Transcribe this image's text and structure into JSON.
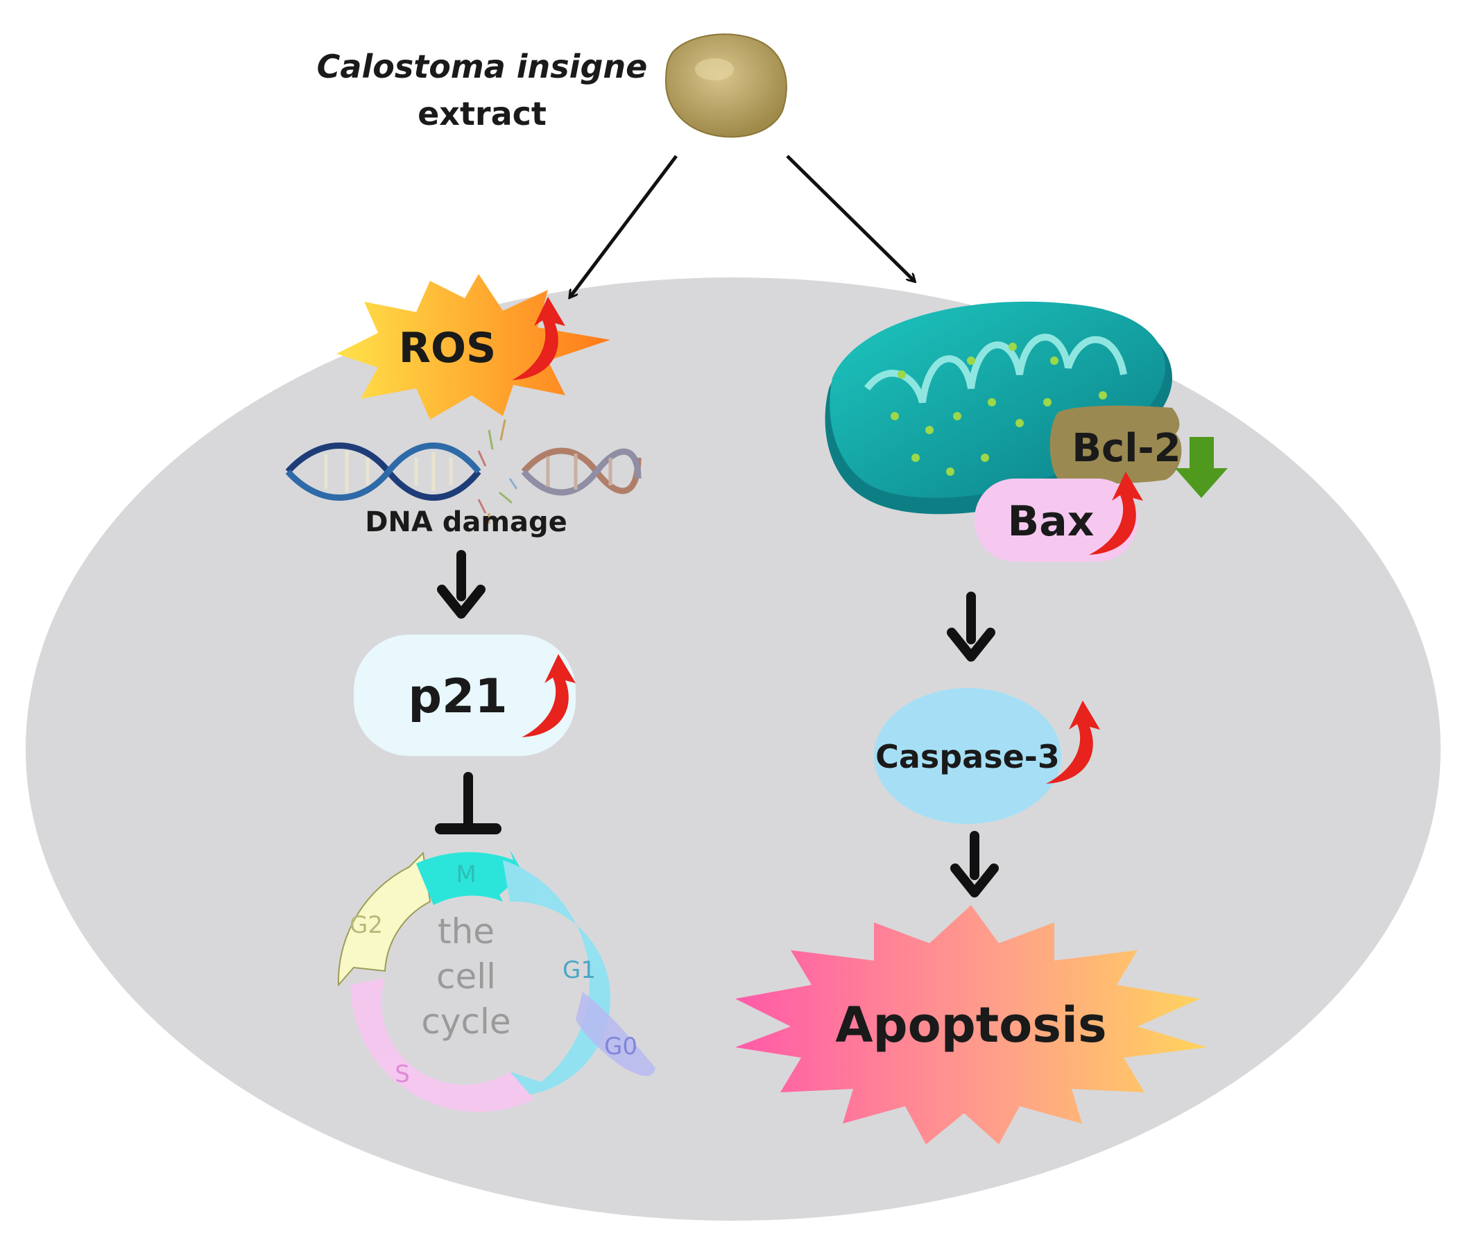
{
  "diagram": {
    "extract": {
      "line1": "Calostoma insigne",
      "line2": "extract"
    },
    "left_pathway": {
      "ros": "ROS",
      "dna_damage": "DNA damage",
      "p21": "p21",
      "cell_cycle": {
        "center_lines": [
          "the",
          "cell",
          "cycle"
        ],
        "phases": {
          "m": "M",
          "g1": "G1",
          "g0": "G0",
          "s": "S",
          "g2": "G2"
        }
      }
    },
    "right_pathway": {
      "bcl2": "Bcl-2",
      "bax": "Bax",
      "caspase3": "Caspase-3",
      "apoptosis": "Apoptosis"
    },
    "indicators": {
      "up": "up-arrow-red",
      "down": "down-arrow-green"
    },
    "colors": {
      "cell": "#d9d9db",
      "ros_burst": [
        "#ffe14a",
        "#ff7a1a"
      ],
      "apoptosis_burst": [
        "#ff5fa6",
        "#ffd45e"
      ],
      "up_arrow": "#e8221c",
      "down_arrow": "#4f9a1e",
      "p21_box": "#e8f8fc",
      "caspase": "#a6dff5",
      "bcl2": "#9a8a52",
      "bax": "#f6c8ef",
      "mitochondrion": "#14a9a6"
    }
  }
}
